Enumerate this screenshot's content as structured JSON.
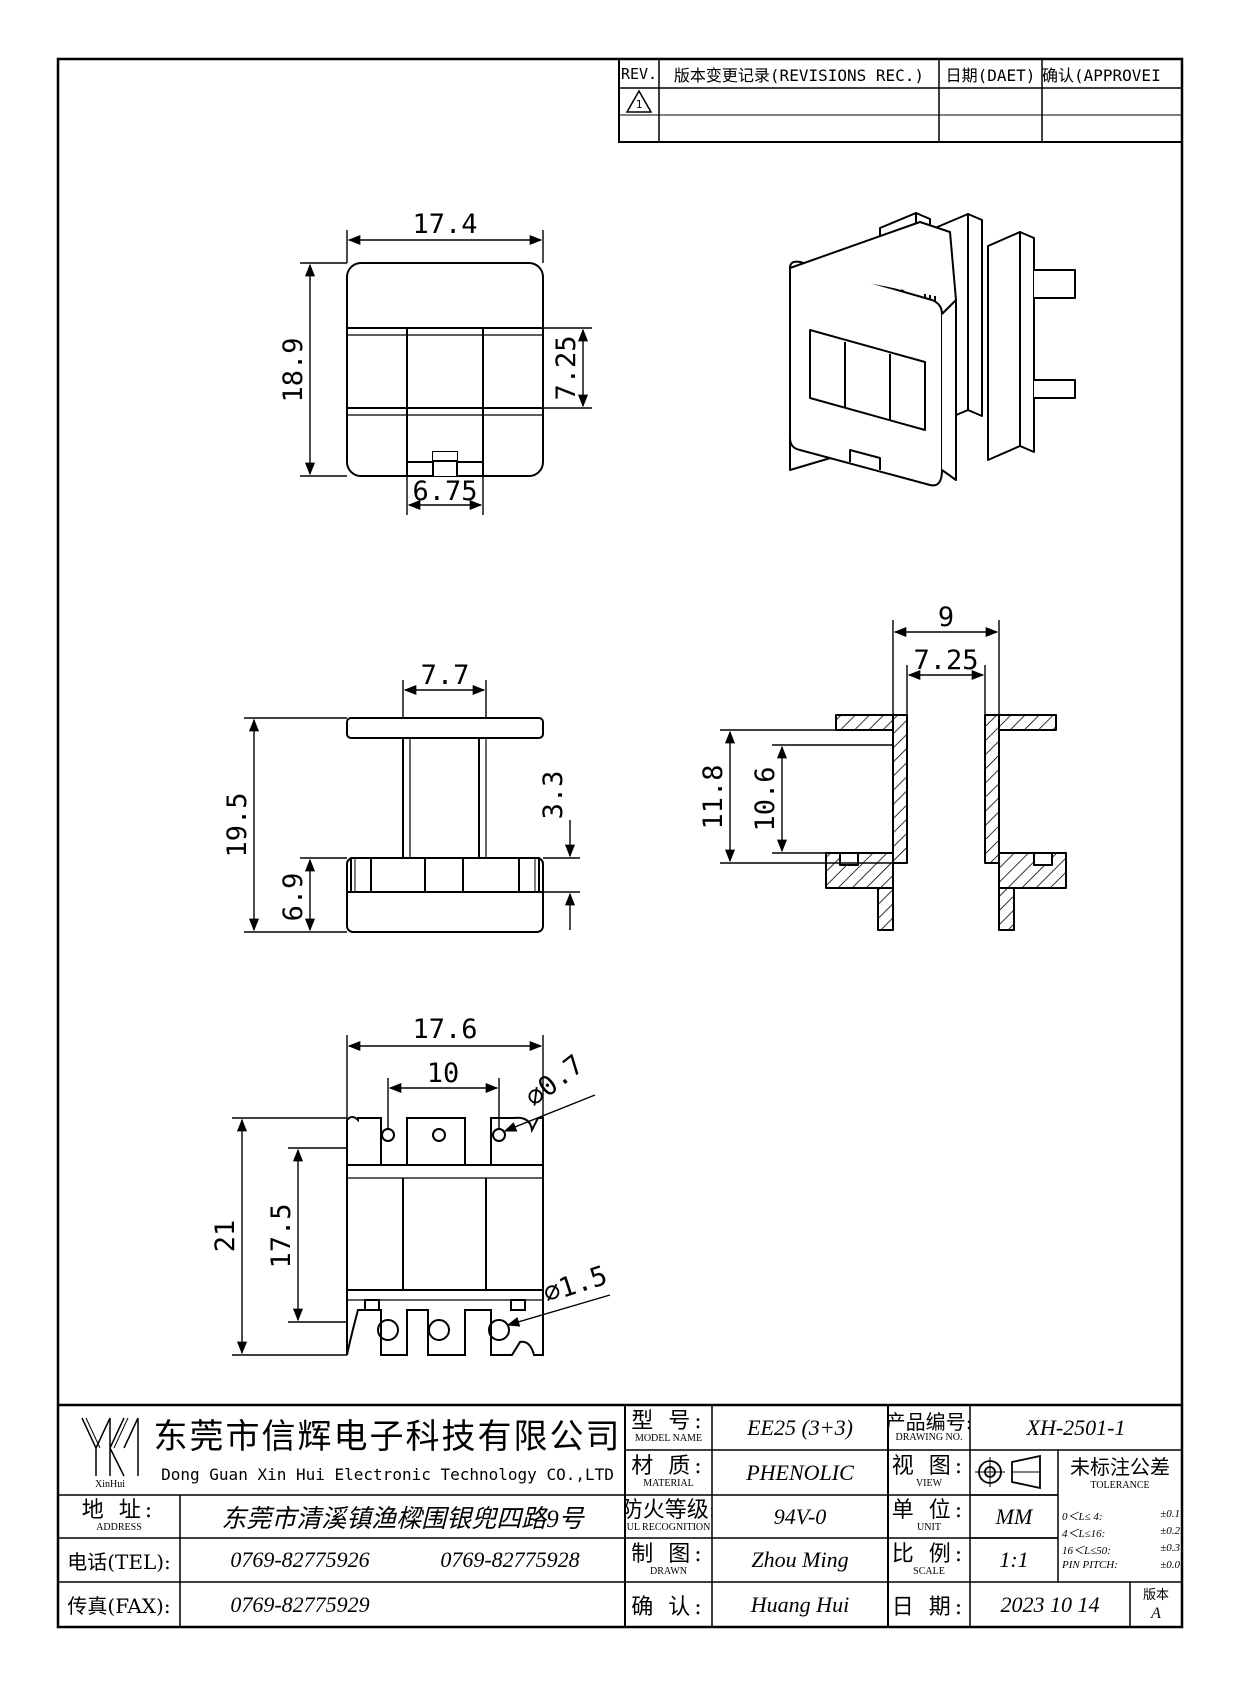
{
  "revisions": {
    "headers": [
      "REV.",
      "版本变更记录(REVISIONS REC.)",
      "日期(DAET)",
      "确认(APPROVEI"
    ],
    "rows": [
      [
        "1",
        "",
        "",
        ""
      ],
      [
        "",
        "",
        "",
        ""
      ]
    ]
  },
  "dimensions": {
    "top_view": {
      "width": "17.4",
      "height": "18.9",
      "window": "7.25",
      "slot": "6.75"
    },
    "front_view": {
      "flange_span": "7.7",
      "height": "19.5",
      "upper": "3.3",
      "base": "6.9"
    },
    "section_view": {
      "outer": "9",
      "inner": "7.25",
      "tall": "11.8",
      "window": "10.6"
    },
    "bottom_view": {
      "width": "17.6",
      "pin_span": "10",
      "hole_small": "⌀0.7",
      "height": "21",
      "inner_height": "17.5",
      "hole_large": "⌀1.5"
    }
  },
  "title_block": {
    "logo_text": "XinHui",
    "company_cn": "东莞市信辉电子科技有限公司",
    "company_en": "Dong Guan Xin Hui Electronic Technology CO.,LTD",
    "address_label": {
      "cn": "地  址:",
      "en": "ADDRESS"
    },
    "address_value": "东莞市清溪镇渔樑围银兜四路9号",
    "tel_label": "电话(TEL):",
    "tel_value_1": "0769-82775926",
    "tel_value_2": "0769-82775928",
    "fax_label": "传真(FAX):",
    "fax_value": "0769-82775929",
    "model_label": {
      "cn": "型  号:",
      "en": "MODEL NAME"
    },
    "model_value": "EE25 (3+3)",
    "material_label": {
      "cn": "材  质:",
      "en": "MATERIAL"
    },
    "material_value": "PHENOLIC",
    "fire_label": {
      "cn": "防火等级:",
      "en": "UL RECOGNITION"
    },
    "fire_value": "94V-0",
    "drawn_label": {
      "cn": "制  图:",
      "en": "DRAWN"
    },
    "drawn_value": "Zhou Ming",
    "checked_label": {
      "cn": "确  认:",
      "en": ""
    },
    "checked_value": "Huang Hui",
    "drawing_no_label": {
      "cn": "产品编号:",
      "en": "DRAWING NO."
    },
    "drawing_no_value": "XH-2501-1",
    "view_label": {
      "cn": "视  图:",
      "en": "VIEW"
    },
    "unit_label": {
      "cn": "单  位:",
      "en": "UNIT"
    },
    "unit_value": "MM",
    "scale_label": {
      "cn": "比  例:",
      "en": "SCALE"
    },
    "scale_value": "1:1",
    "date_label": {
      "cn": "日  期:",
      "en": ""
    },
    "date_value": "2023 10 14",
    "tolerance_title": "未标注公差",
    "tolerance_en": "TOLERANCE",
    "tolerance_rows": [
      {
        "range": "0＜L≤ 4:",
        "value": "±0.1"
      },
      {
        "range": "4＜L≤16:",
        "value": "±0.2"
      },
      {
        "range": "16＜L≤50:",
        "value": "±0.3"
      },
      {
        "range": "PIN PITCH:",
        "value": "±0.0"
      }
    ],
    "version_label": "版本",
    "version_value": "A"
  }
}
